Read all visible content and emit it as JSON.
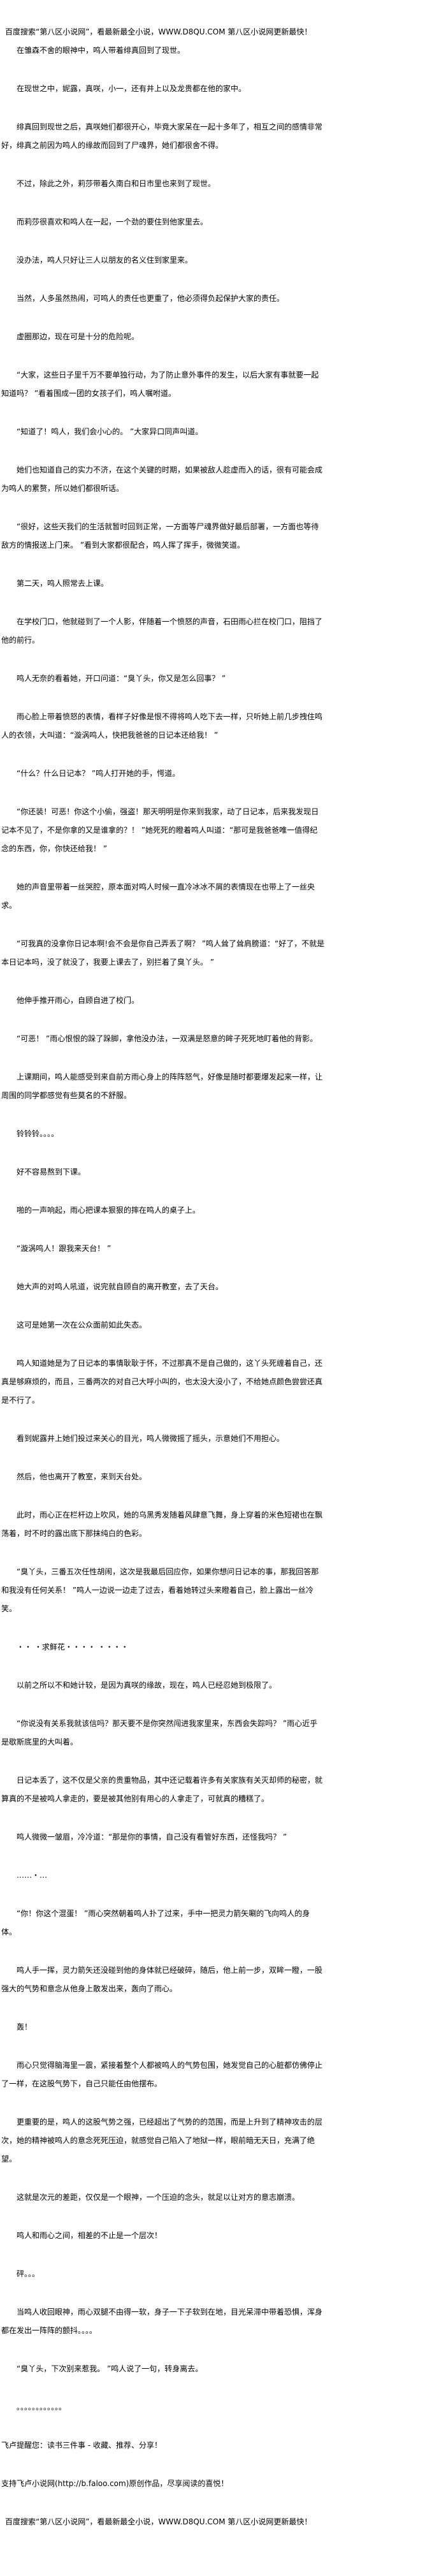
{
  "banner": "百度搜索“第八区小说网”，看最新最全小说，WWW.D8QU.COM   第八区小说网更新最快！",
  "paragraphs": [
    "在雏森不舍的眼神中，鸣人带着绯真回到了现世。",
    "在现世之中，妮露，真咲，小一，还有井上以及龙贵都在他的家中。",
    "绯真回到现世之后，真咲她们都很开心，毕竟大家呆在一起十多年了，相互之间的感情非常好，绯真之前因为鸣人的缘故而回到了尸魂界，她们都很舍不得。",
    "不过，除此之外，莉莎带着久南白和日市里也来到了现世。",
    "而莉莎很喜欢和鸣人在一起，一个劲的要住到他家里去。",
    "没办法，鸣人只好让三人以朋友的名义住到家里来。",
    "当然，人多虽然热闹，可鸣人的责任也更重了，他必须得负起保护大家的责任。",
    "虚圈那边，现在可是十分的危险呢。",
    "“大家，这些日子里千万不要单独行动，为了防止意外事件的发生，以后大家有事就要一起知道吗？ ”看着围成一团的女孩子们，鸣人嘱咐道。",
    "“知道了！鸣人，我们会小心的。 ”大家异口同声叫道。",
    "她们也知道自己的实力不济，在这个关键的时期，如果被敌人趁虚而入的话，很有可能会成为鸣人的累赘，所以她们都很听话。",
    "“很好，这些天我们的生活就暂时回到正常，一方面等尸魂界做好最后部署，一方面也等待敌方的情报送上门来。 ”看到大家都很配合，鸣人挥了挥手，微微笑道。",
    "第二天，鸣人照常去上课。",
    "在学校门口，他就碰到了一个人影，伴随着一个愤怒的声音，石田雨心拦在校门口，阻挡了他的前行。",
    "鸣人无奈的看着她，开口问道：“臭丫头，你又是怎么回事？ ”",
    "雨心脸上带着愤怒的表情，看样子好像是恨不得将鸣人吃下去一样，只听她上前几步拽住鸣人的衣领，大叫道：“漩涡鸣人，快把我爸爸的日记本还给我！ ”",
    "“什么？什么日记本？ ”鸣人打开她的手，愕道。",
    "“你还装！可恶！你这个小偷，强盗！那天明明是你来到我家，动了日记本，后来我发现日记本不见了，不是你拿的又是谁拿的？！ ”她死死的瞪着鸣人叫道：“那可是我爸爸唯一值得纪念的东西，你，你快还给我！ ”",
    "她的声音里带着一丝哭腔，原本面对鸣人时候一直冷冰冰不屑的表情现在也带上了一丝央求。",
    "“可我真的没拿你日记本啊!会不会是你自己弄丢了啊？ ”鸣人耸了耸肩膀道：“好了，不就是本日记本吗，没了就没了，我要上课去了，别拦着了臭丫头。 ”",
    "他伸手推开雨心，自顾自进了校门。",
    "“可恶！ ”雨心恨恨的跺了跺脚，拿他没办法，一双满是怒意的眸子死死地盯着他的背影。",
    "上课期间，鸣人能感受到来自前方雨心身上的阵阵怒气，好像是随时都要爆发起来一样，让周围的同学都感觉有些莫名的不舒服。",
    "铃铃铃。。。。",
    "好不容易熬到下课。",
    "啪的一声响起，雨心把课本狠狠的摔在鸣人的桌子上。",
    "“漩涡鸣人！跟我来天台！ ”",
    "她大声的对鸣人吼道，说完就自顾自的离开教室，去了天台。",
    "这可是她第一次在公众面前如此失态。",
    "鸣人知道她是为了日记本的事情耿耿于怀，不过那真不是自己做的，这丫头死缠着自己，还真是够麻烦的，而且，三番两次的对自己大呼小叫的，也太没大没小了，不给她点颜色尝尝还真是不行了。",
    "看到妮露井上她们投过来关心的目光，鸣人微微摇了摇头，示意她们不用担心。",
    "然后，他也离开了教室，来到天台处。",
    "此时，雨心正在栏杆边上吹风，她的乌黑秀发随着风肆意飞舞，身上穿着的米色短裙也在飘荡着，时不时的露出底下那抹纯白的色彩。",
    "“臭丫头，三番五次任性胡闹，这次是我最后回应你，如果你想问日记本的事，那我回答那和我没有任何关系！ ”鸣人一边说一边走了过去，看着她转过头来瞪着自己，脸上露出一丝冷笑。",
    "・・ ・求鲜花・・・・ ・・・・",
    "以前之所以不和她计较，是因为真咲的缘故，现在，鸣人已经忍她到极限了。",
    "“你说没有关系我就该信吗？那天要不是你突然闯进我家里来，东西会失踪吗？ ”雨心近乎是歇斯底里的大叫着。",
    "日记本丢了，这不仅是父亲的贵重物品，其中还记载着许多有关家族有关灭却师的秘密，就算真的不是被鸣人拿走的，要是被其他别有用心的人拿走了，可就真的糟糕了。",
    "鸣人微微一皱眉，冷冷道：“那是你的事情，自己没有看管好东西，还怪我吗？ ”",
    "……・…",
    "“你！你这个混蛋！ ”雨心突然朝着鸣人扑了过来，手中一把灵力箭矢唰的飞向鸣人的身体。",
    "鸣人手一挥，灵力箭矢还没碰到他的身体就已经破碎，随后，他上前一步，双眸一瞪，一股强大的气势和意念从他身上散发出来，轰向了雨心。",
    "轰！",
    "雨心只觉得脑海里一震，紧接着整个人都被鸣人的气势包围，她发觉自己的心脏都仿佛停止了一样，在这股气势下，自己只能任由他摆布。",
    "更重要的是，鸣人的这股气势之强，已经超出了气势的的范围，而是上升到了精神攻击的层次，她的精神被鸣人的意念死死压迫，就感觉自己陷入了地狱一样，眼前暗无天日，充满了绝望。",
    "这就是次元的差距，仅仅是一个眼神，一个压迫的念头，就足以让对方的意志崩溃。",
    "鸣人和雨心之间，相差的不止是一个层次！",
    "砰。。。",
    "当鸣人收回眼神，雨心双腿不由得一软，身子一下子软到在地，目光呆滞中带着恐惧，浑身都在发出一阵阵的颤抖。。。。",
    "“臭丫头，下次别来惹我。 ”鸣人说了一句，转身离去。",
    "。。。。。。。。。。。。"
  ],
  "footer": {
    "reminder": "飞卢提醒您：读书三件事 - 收藏、推荐、分享！",
    "support": "支持飞卢小说网(http://b.faloo.com)原创作品，尽享阅读的喜悦！",
    "banner": "百度搜索“第八区小说网”，看最新最全小说，WWW.D8QU.COM   第八区小说网更新最快！"
  }
}
